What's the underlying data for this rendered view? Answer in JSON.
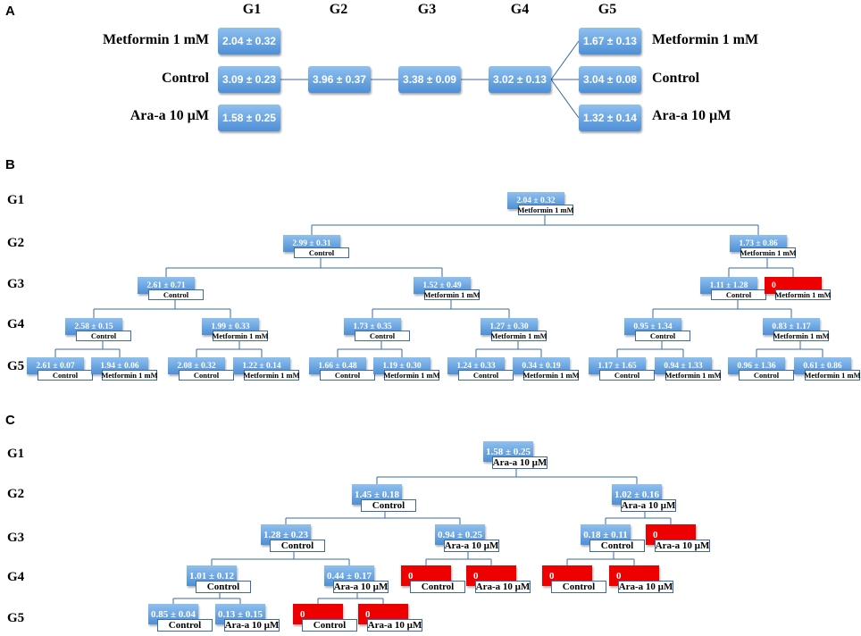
{
  "panel_a": {
    "letter": "A",
    "generations": [
      "G1",
      "G2",
      "G3",
      "G4",
      "G5"
    ],
    "left_labels": [
      "Metformin 1 mM",
      "Control",
      "Ara-a 10 µM"
    ],
    "right_labels": [
      "Metformin 1 mM",
      "Control",
      "Ara-a 10 µM"
    ],
    "boxes": {
      "g1_met": "2.04 ± 0.32",
      "g1_ctrl": "3.09 ± 0.23",
      "g1_ara": "1.58 ± 0.25",
      "g2_ctrl": "3.96 ± 0.37",
      "g3_ctrl": "3.38 ± 0.09",
      "g4_ctrl": "3.02 ± 0.13",
      "g5_met": "1.67 ± 0.13",
      "g5_ctrl": "3.04 ± 0.08",
      "g5_ara": "1.32 ± 0.14"
    }
  },
  "panel_b": {
    "letter": "B",
    "gen_labels": [
      "G1",
      "G2",
      "G3",
      "G4",
      "G5"
    ],
    "nodes": [
      {
        "id": "root",
        "value": "2.04 ± 0.32",
        "tag": "Metformin 1 mM"
      },
      {
        "id": "c",
        "value": "2.99 ± 0.31",
        "tag": "Control"
      },
      {
        "id": "m",
        "value": "1.73 ± 0.86",
        "tag": "Metformin 1 mM"
      },
      {
        "id": "cc",
        "value": "2.61 ± 0.71",
        "tag": "Control"
      },
      {
        "id": "cm",
        "value": "1.52 ± 0.49",
        "tag": "Metformin 1 mM"
      },
      {
        "id": "mc",
        "value": "1.11 ± 1.28",
        "tag": "Control"
      },
      {
        "id": "mm",
        "value": "0",
        "tag": "Metformin 1 mM"
      },
      {
        "id": "ccc",
        "value": "2.58 ± 0.15",
        "tag": "Control"
      },
      {
        "id": "ccm",
        "value": "1.99 ± 0.33",
        "tag": "Metformin 1 mM"
      },
      {
        "id": "cmc",
        "value": "1.73 ± 0.35",
        "tag": "Control"
      },
      {
        "id": "cmm",
        "value": "1.27 ± 0.30",
        "tag": "Metformin 1 mM"
      },
      {
        "id": "mcc",
        "value": "0.95 ± 1.34",
        "tag": "Control"
      },
      {
        "id": "mcm",
        "value": "0.83 ± 1.17",
        "tag": "Metformin 1 mM"
      },
      {
        "id": "cccc",
        "value": "2.61 ± 0.07",
        "tag": "Control"
      },
      {
        "id": "cccm",
        "value": "1.94 ± 0.06",
        "tag": "Metformin 1 mM"
      },
      {
        "id": "ccmc",
        "value": "2.08 ± 0.32",
        "tag": "Control"
      },
      {
        "id": "ccmm",
        "value": "1.22 ± 0.14",
        "tag": "Metformin 1 mM"
      },
      {
        "id": "cmcc",
        "value": "1.66 ± 0.48",
        "tag": "Control"
      },
      {
        "id": "cmcm",
        "value": "1.19 ± 0.30",
        "tag": "Metformin 1 mM"
      },
      {
        "id": "cmmc",
        "value": "1.24 ± 0.33",
        "tag": "Control"
      },
      {
        "id": "cmmm",
        "value": "0.34 ± 0.19",
        "tag": "Metformin 1 mM"
      },
      {
        "id": "mccc",
        "value": "1.17 ± 1.65",
        "tag": "Control"
      },
      {
        "id": "mccm",
        "value": "0.94 ± 1.33",
        "tag": "Metformin 1 mM"
      },
      {
        "id": "mcmc",
        "value": "0.96 ± 1.36",
        "tag": "Control"
      },
      {
        "id": "mcmm",
        "value": "0.61 ± 0.86",
        "tag": "Metformin 1 mM"
      }
    ]
  },
  "panel_c": {
    "letter": "C",
    "gen_labels": [
      "G1",
      "G2",
      "G3",
      "G4",
      "G5"
    ],
    "nodes": [
      {
        "id": "root",
        "value": "1.58 ± 0.25",
        "tag": "Ara-a 10 µM"
      },
      {
        "id": "c",
        "value": "1.45 ± 0.18",
        "tag": "Control"
      },
      {
        "id": "a",
        "value": "1.02 ± 0.16",
        "tag": "Ara-a 10 µM"
      },
      {
        "id": "cc",
        "value": "1.28 ± 0.23",
        "tag": "Control"
      },
      {
        "id": "ca",
        "value": "0.94 ± 0.25",
        "tag": "Ara-a 10 µM"
      },
      {
        "id": "ac",
        "value": "0.18 ± 0.11",
        "tag": "Control"
      },
      {
        "id": "aa",
        "value": "0",
        "tag": "Ara-a 10 µM"
      },
      {
        "id": "ccc",
        "value": "1.01 ± 0.12",
        "tag": "Control"
      },
      {
        "id": "cca",
        "value": "0.44 ± 0.17",
        "tag": "Ara-a 10 µM"
      },
      {
        "id": "cac",
        "value": "0",
        "tag": "Control"
      },
      {
        "id": "caa",
        "value": "0",
        "tag": "Ara-a 10 µM"
      },
      {
        "id": "acc",
        "value": "0",
        "tag": "Control"
      },
      {
        "id": "aca",
        "value": "0",
        "tag": "Ara-a 10 µM"
      },
      {
        "id": "cccc",
        "value": "0.85 ± 0.04",
        "tag": "Control"
      },
      {
        "id": "ccca",
        "value": "0.13 ± 0.15",
        "tag": "Ara-a 10 µM"
      },
      {
        "id": "ccac",
        "value": "0",
        "tag": "Control"
      },
      {
        "id": "ccaa",
        "value": "0",
        "tag": "Ara-a 10 µM"
      }
    ]
  },
  "colors": {
    "box_top": "#8fc0ee",
    "box_bottom": "#4e8fd6",
    "zero_box": "#ee0000",
    "line": "#3a6aa0"
  }
}
